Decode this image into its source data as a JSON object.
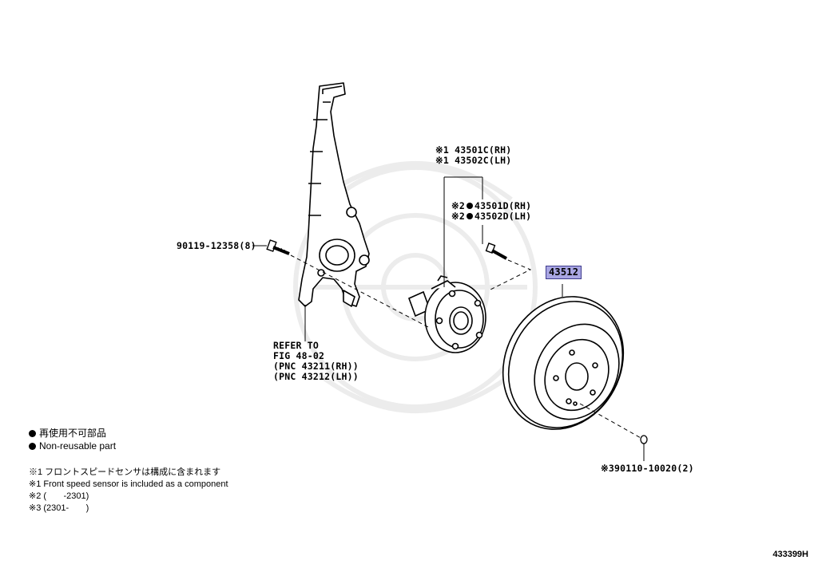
{
  "callouts": {
    "bolt": "90119-12358(8)",
    "refer": [
      "REFER TO",
      "FIG 48-02",
      "(PNC 43211(RH))",
      "(PNC 43212(LH))"
    ],
    "hub_rh": "※1 43501C(RH)",
    "hub_lh": "※1 43502C(LH)",
    "bolt_rh_mark": "※2",
    "bolt_rh": "43501D(RH)",
    "bolt_lh_mark": "※2",
    "bolt_lh": "43502D(LH)",
    "disc": "43512",
    "screw": "※390110-10020(2)"
  },
  "legend": {
    "jp": "再使用不可部品",
    "en": "Non-reusable part"
  },
  "notes": [
    "※1 フロントスピードセンサは構成に含まれます",
    "※1 Front speed sensor is included as a component",
    "※2 (       -2301)",
    "※3 (2301-       )"
  ],
  "diagram_id": "433399H",
  "colors": {
    "highlight": "#a9a6e3",
    "highlight_border": "#3d3a8c",
    "line": "#000000"
  }
}
